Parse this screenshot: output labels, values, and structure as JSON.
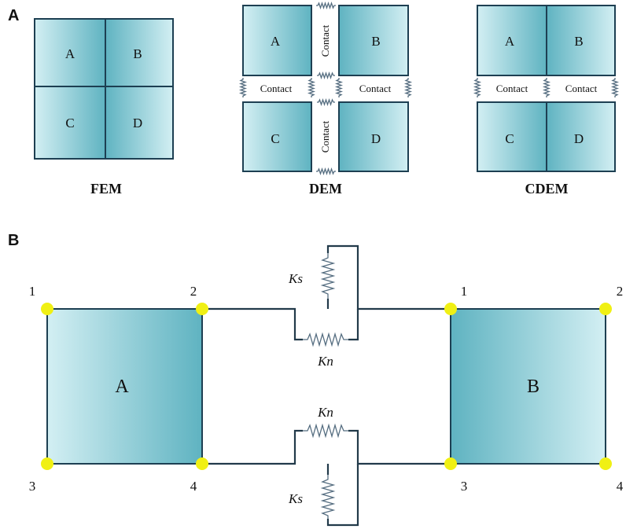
{
  "panel_labels": {
    "a": "A",
    "b": "B"
  },
  "panel_a": {
    "fem": {
      "caption": "FEM",
      "blocks": [
        "A",
        "B",
        "C",
        "D"
      ]
    },
    "dem": {
      "caption": "DEM",
      "blocks": [
        "A",
        "B",
        "C",
        "D"
      ],
      "contact_label": "Contact"
    },
    "cdem": {
      "caption": "CDEM",
      "blocks": [
        "A",
        "B",
        "C",
        "D"
      ],
      "contact_label": "Contact"
    }
  },
  "panel_b": {
    "block_left": "A",
    "block_right": "B",
    "node_labels": [
      "1",
      "2",
      "3",
      "4"
    ],
    "spring_shear": "Ks",
    "spring_normal": "Kn"
  },
  "colors": {
    "block_edge": "#1d3f52",
    "block_fill_dark": "#5fb6c4",
    "block_fill_light": "#d6f0f3",
    "node": "#f0f014",
    "spring": "#556d80"
  }
}
